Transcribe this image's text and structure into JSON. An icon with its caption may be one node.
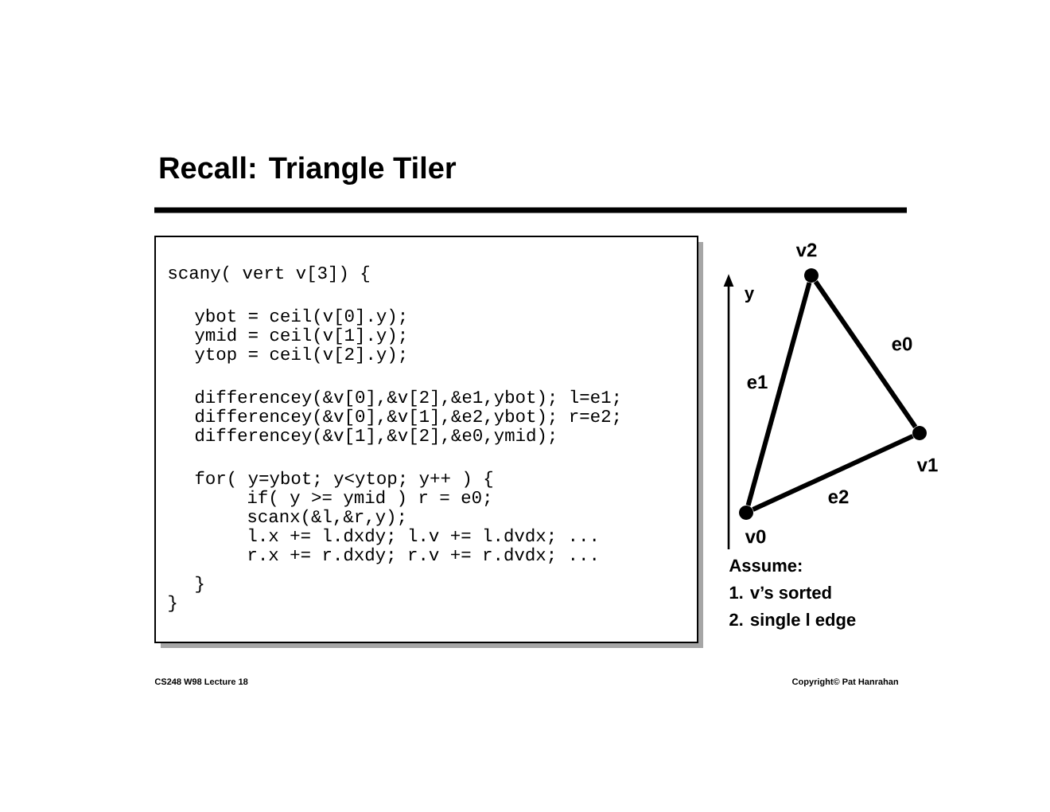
{
  "diagram": {
    "title": "Recall: Triangle Tiler",
    "nodes": [
      {
        "text": [
          "scany( vert v[3]) {",
          "ybot = ceil(v[0].y);",
          "ymid = ceil(v[1].y);",
          "ytop = ceil(v[2].y);",
          "differencey(&v[0],&v[2],&e1,ybot); l=e1;",
          "differencey(&v[0],&v[1],&e2,ybot); r=e2;",
          "differencey(&v[1],&v[2],&e0,ymid);",
          "for( y=ybot; y<ytop; y++ ) {",
          "if( y >= ymid ) r = e0;",
          "scanx(&l,&r,y);",
          "l.x += l.dxdy; l.v += l.dvdx; ...",
          "r.x += r.dxdy; r.v += r.dvdx; ...",
          "}",
          "}"
        ]
      },
      {
        "text": [
          "v0"
        ]
      },
      {
        "text": [
          "v1"
        ]
      },
      {
        "text": [
          "v2"
        ]
      }
    ],
    "edges": [
      {
        "from": 2,
        "to": 3,
        "arrow": "none",
        "label": "e0"
      },
      {
        "from": 1,
        "to": 3,
        "arrow": "none",
        "label": "e1"
      },
      {
        "from": 1,
        "to": 2,
        "arrow": "none",
        "label": "e2"
      }
    ],
    "labels": [
      "y",
      "Assume:",
      "1. v’s sorted",
      "2. single l edge",
      "CS248 W98 Lecture 18",
      "Copyright© Pat Hanrahan"
    ]
  }
}
